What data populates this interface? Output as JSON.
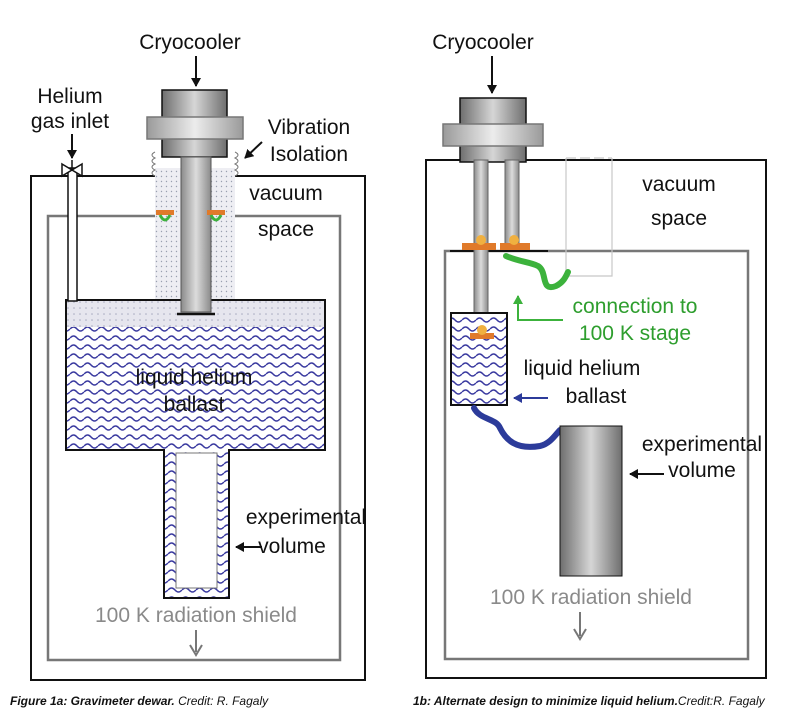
{
  "figure_a": {
    "cryocooler": "Cryocooler",
    "helium_inlet": [
      "Helium",
      "gas inlet"
    ],
    "vibration_isolation": [
      "Vibration",
      "Isolation"
    ],
    "vacuum_space": [
      "vacuum",
      "space"
    ],
    "liquid_helium_ballast": [
      "liquid helium",
      "ballast"
    ],
    "experimental_volume": [
      "experimental",
      "volume"
    ],
    "radiation_shield": "100 K radiation shield"
  },
  "figure_b": {
    "cryocooler": "Cryocooler",
    "vacuum_space": [
      "vacuum",
      "space"
    ],
    "connection": [
      "connection to",
      "100 K stage"
    ],
    "liquid_helium_ballast": [
      "liquid helium",
      "ballast"
    ],
    "experimental_volume": [
      "experimental",
      "volume"
    ],
    "radiation_shield": "100 K radiation shield"
  },
  "captions": {
    "a_title": "Figure 1a: Gravimeter dewar.",
    "a_credit": "Credit: R. Fagaly",
    "b_title": "1b: Alternate design to minimize liquid helium.",
    "b_credit": "Credit:R. Fagaly"
  },
  "colors": {
    "helium_blue": "#3a3aa0",
    "connection_green": "#3cb23c",
    "flange_orange": "#e07a2a",
    "shield_gray": "#777777"
  }
}
